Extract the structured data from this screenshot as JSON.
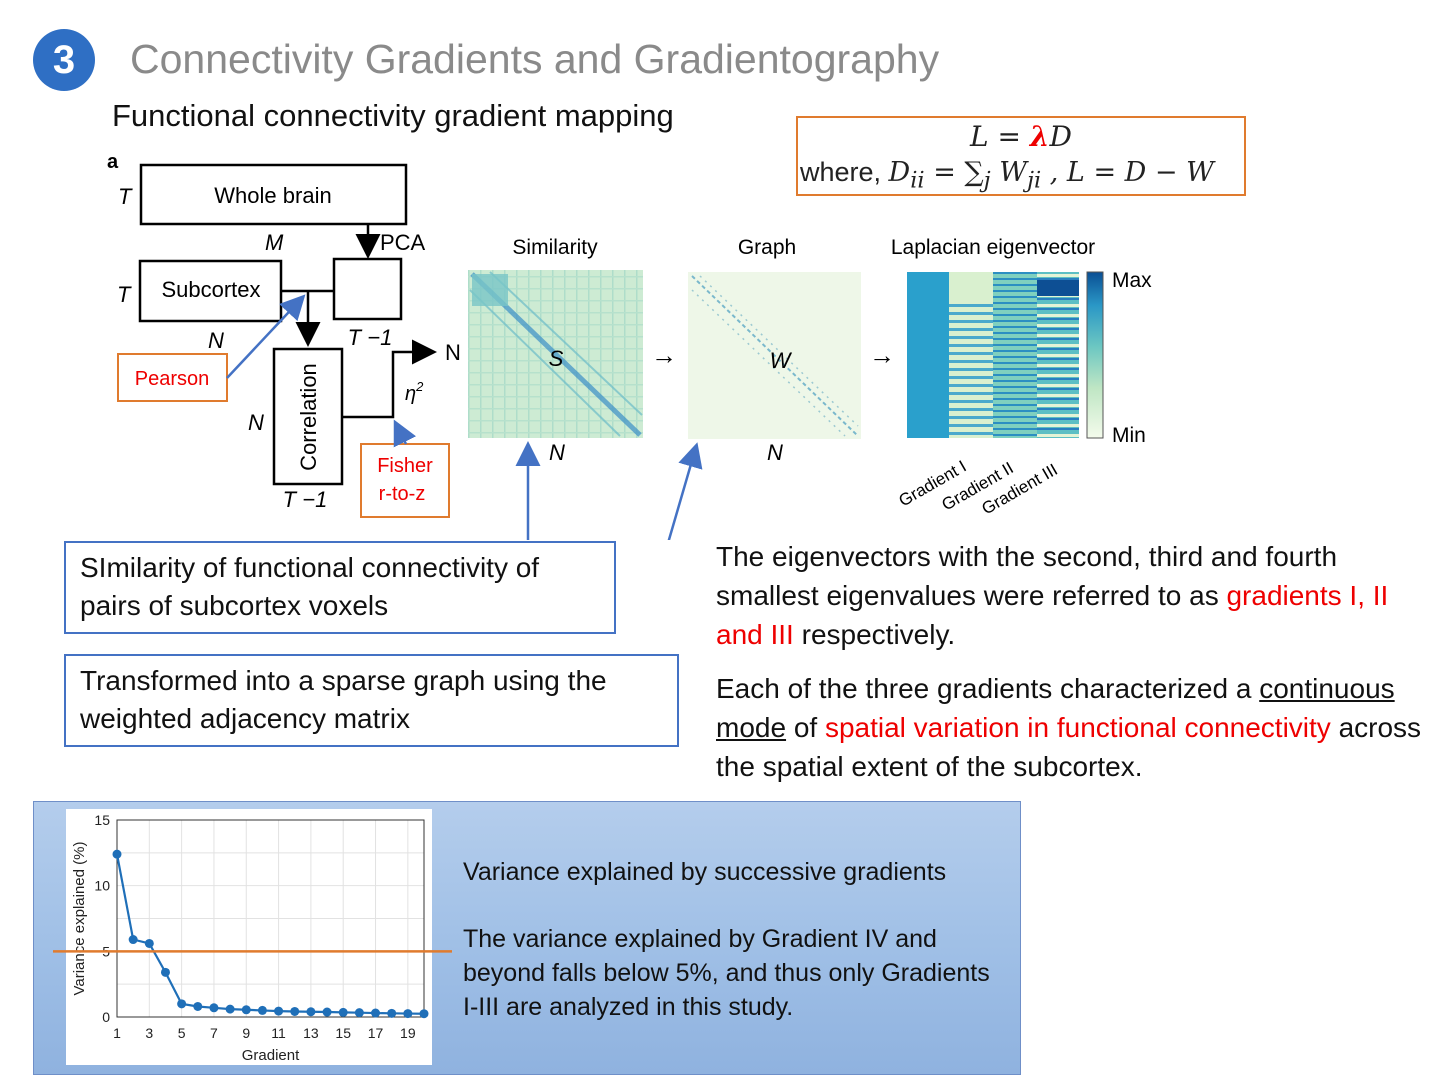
{
  "header": {
    "number": "3",
    "title": "Connectivity Gradients and Gradientography",
    "subtitle": "Functional connectivity gradient mapping"
  },
  "equation": {
    "line1": {
      "lhs": "L = ",
      "lambda": "λ",
      "rhs": "D"
    },
    "line2": {
      "prefix": "where, ",
      "formula": "D",
      "sub1": "ii",
      "mid": " = ∑",
      "sub2": "j",
      "w": " W",
      "sub3": "ji",
      "tail": " , L = D − W"
    }
  },
  "diagram": {
    "panel_label": "a",
    "whole_brain": "Whole brain",
    "subcortex": "Subcortex",
    "correlation": "Correlation",
    "pca": "PCA",
    "T": "T",
    "M": "M",
    "N": "N",
    "T_minus_1": "T −1",
    "eta2": "η",
    "eta_sup": "2",
    "pearson": "Pearson",
    "fisher_1": "Fisher",
    "fisher_2": "r-to-z",
    "similarity_title": "Similarity",
    "graph_title": "Graph",
    "laplacian_title": "Laplacian eigenvector",
    "S": "S",
    "W": "W",
    "max": "Max",
    "min": "Min",
    "gradient_labels": [
      "Gradient I",
      "Gradient II",
      "Gradient III"
    ],
    "arrow": "→"
  },
  "callouts": {
    "similarity": "SImilarity of functional connectivity of pairs of subcortex voxels",
    "graph": "Transformed into a sparse graph using the weighted adjacency matrix"
  },
  "explanation": {
    "p1_a": "The eigenvectors with the second, third and fourth smallest eigenvalues were referred to as ",
    "p1_red": "gradients I, II and III",
    "p1_b": " respectively.",
    "p2_a": "Each of the three gradients characterized a ",
    "p2_ul": "continuous mode",
    "p2_b": " of ",
    "p2_red": "spatial variation in functional connectivity",
    "p2_c": " across the spatial extent of the subcortex."
  },
  "bottom_panel": {
    "line1": "Variance explained by successive gradients",
    "line2": "The variance explained by Gradient IV and beyond falls below 5%, and thus only Gradients I-III are analyzed in this study."
  },
  "colors": {
    "accent_blue": "#2f6fc4",
    "callout_border": "#4472c4",
    "orange": "#e07b2e",
    "highlight_red": "#e00000",
    "series": "#1f6fb8"
  },
  "chart_data": {
    "type": "line",
    "xlabel": "Gradient",
    "ylabel": "Variance explained (%)",
    "xlim": [
      1,
      20
    ],
    "ylim": [
      0,
      15
    ],
    "xticks": [
      1,
      3,
      5,
      7,
      9,
      11,
      13,
      15,
      17,
      19
    ],
    "yticks": [
      0,
      5,
      10,
      15
    ],
    "grid": true,
    "x": [
      1,
      2,
      3,
      4,
      5,
      6,
      7,
      8,
      9,
      10,
      11,
      12,
      13,
      14,
      15,
      16,
      17,
      18,
      19,
      20
    ],
    "values": [
      12.4,
      5.9,
      5.6,
      3.4,
      1.0,
      0.8,
      0.7,
      0.6,
      0.55,
      0.5,
      0.45,
      0.42,
      0.4,
      0.38,
      0.35,
      0.33,
      0.3,
      0.28,
      0.26,
      0.25
    ],
    "threshold": 5
  }
}
